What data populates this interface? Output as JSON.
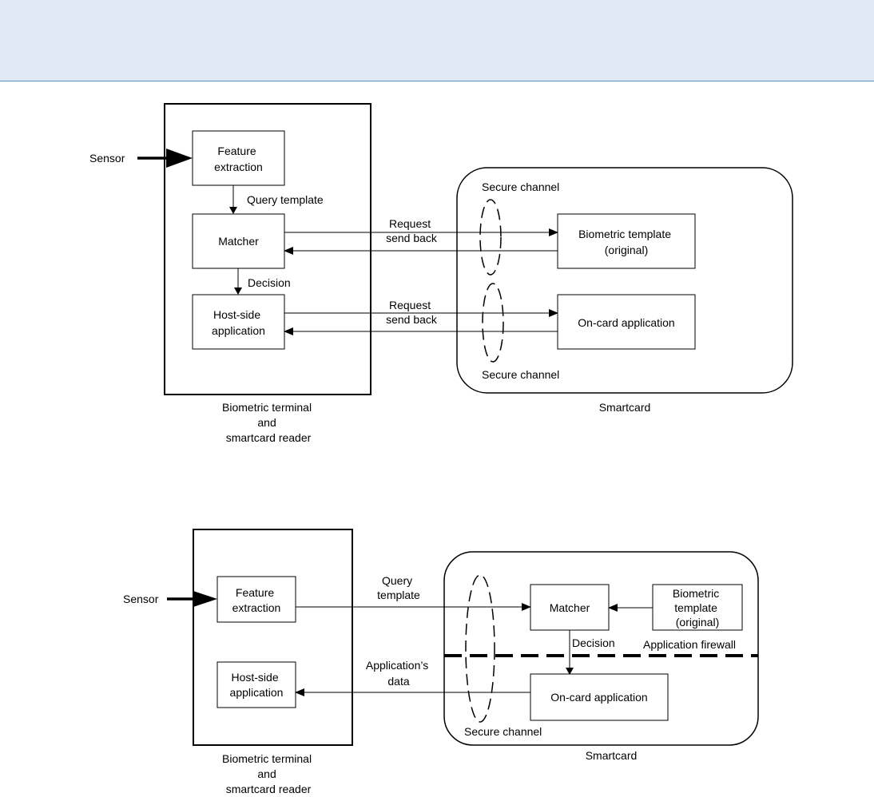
{
  "diagram1": {
    "sensor": "Sensor",
    "feature_extraction": [
      "Feature",
      "extraction"
    ],
    "query_template": "Query template",
    "matcher": "Matcher",
    "decision": "Decision",
    "host_app": [
      "Host-side",
      "application"
    ],
    "request_1": [
      "Request",
      "send back"
    ],
    "request_2": [
      "Request",
      "send back"
    ],
    "secure_channel_top": "Secure channel",
    "secure_channel_bottom": "Secure channel",
    "biometric_template": [
      "Biometric template",
      "(original)"
    ],
    "on_card_app": "On-card application",
    "terminal_label": [
      "Biometric terminal",
      "and",
      "smartcard reader"
    ],
    "smartcard_label": "Smartcard"
  },
  "diagram2": {
    "sensor": "Sensor",
    "feature_extraction": [
      "Feature",
      "extraction"
    ],
    "host_app": [
      "Host-side",
      "application"
    ],
    "query_template": [
      "Query",
      "template"
    ],
    "app_data": [
      "Application’s",
      "data"
    ],
    "matcher": "Matcher",
    "biometric_template": [
      "Biometric",
      "template",
      "(original)"
    ],
    "decision": "Decision",
    "app_firewall": "Application firewall",
    "on_card_app": "On-card application",
    "secure_channel": "Secure channel",
    "terminal_label": [
      "Biometric terminal",
      "and",
      "smartcard reader"
    ],
    "smartcard_label": "Smartcard"
  }
}
